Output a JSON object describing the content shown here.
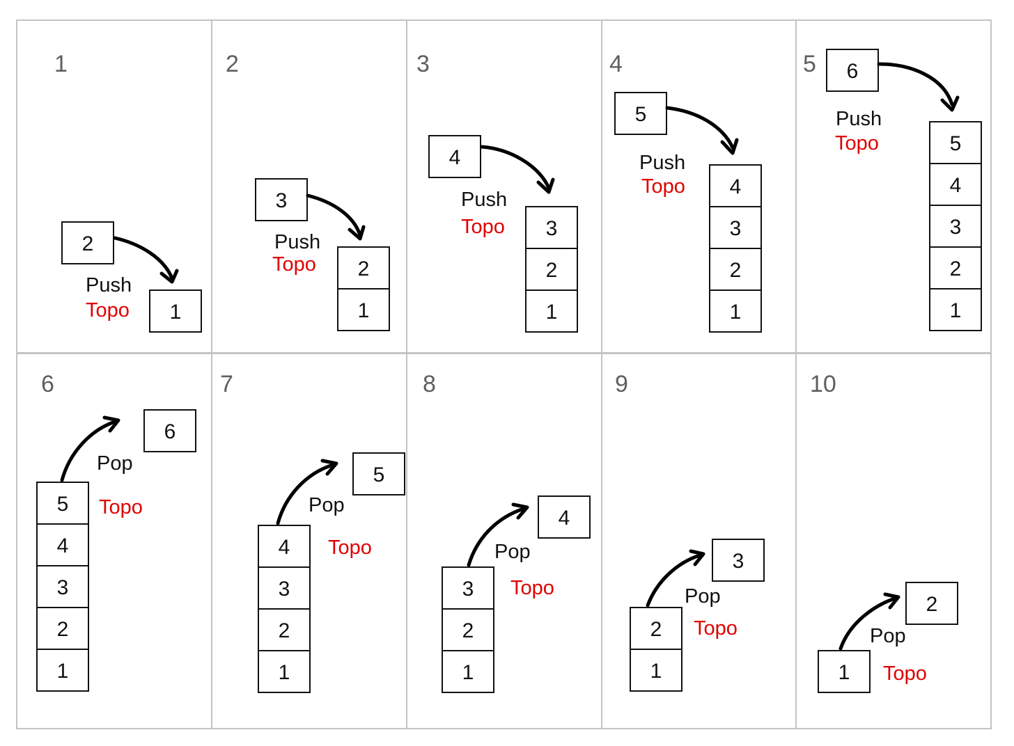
{
  "colors": {
    "topo": "#e00000",
    "text": "#111111",
    "panel_border": "#c4c4c4",
    "panel_number": "#5f5f5f"
  },
  "panels": [
    {
      "number": "1",
      "operation": "Push",
      "top_label": "Topo",
      "moving_item": "2",
      "stack": [
        "1"
      ]
    },
    {
      "number": "2",
      "operation": "Push",
      "top_label": "Topo",
      "moving_item": "3",
      "stack": [
        "1",
        "2"
      ]
    },
    {
      "number": "3",
      "operation": "Push",
      "top_label": "Topo",
      "moving_item": "4",
      "stack": [
        "1",
        "2",
        "3"
      ]
    },
    {
      "number": "4",
      "operation": "Push",
      "top_label": "Topo",
      "moving_item": "5",
      "stack": [
        "1",
        "2",
        "3",
        "4"
      ]
    },
    {
      "number": "5",
      "operation": "Push",
      "top_label": "Topo",
      "moving_item": "6",
      "stack": [
        "1",
        "2",
        "3",
        "4",
        "5"
      ]
    },
    {
      "number": "6",
      "operation": "Pop",
      "top_label": "Topo",
      "moving_item": "6",
      "stack": [
        "1",
        "2",
        "3",
        "4",
        "5"
      ]
    },
    {
      "number": "7",
      "operation": "Pop",
      "top_label": "Topo",
      "moving_item": "5",
      "stack": [
        "1",
        "2",
        "3",
        "4"
      ]
    },
    {
      "number": "8",
      "operation": "Pop",
      "top_label": "Topo",
      "moving_item": "4",
      "stack": [
        "1",
        "2",
        "3"
      ]
    },
    {
      "number": "9",
      "operation": "Pop",
      "top_label": "Topo",
      "moving_item": "3",
      "stack": [
        "1",
        "2"
      ]
    },
    {
      "number": "10",
      "operation": "Pop",
      "top_label": "Topo",
      "moving_item": "2",
      "stack": [
        "1"
      ]
    }
  ]
}
